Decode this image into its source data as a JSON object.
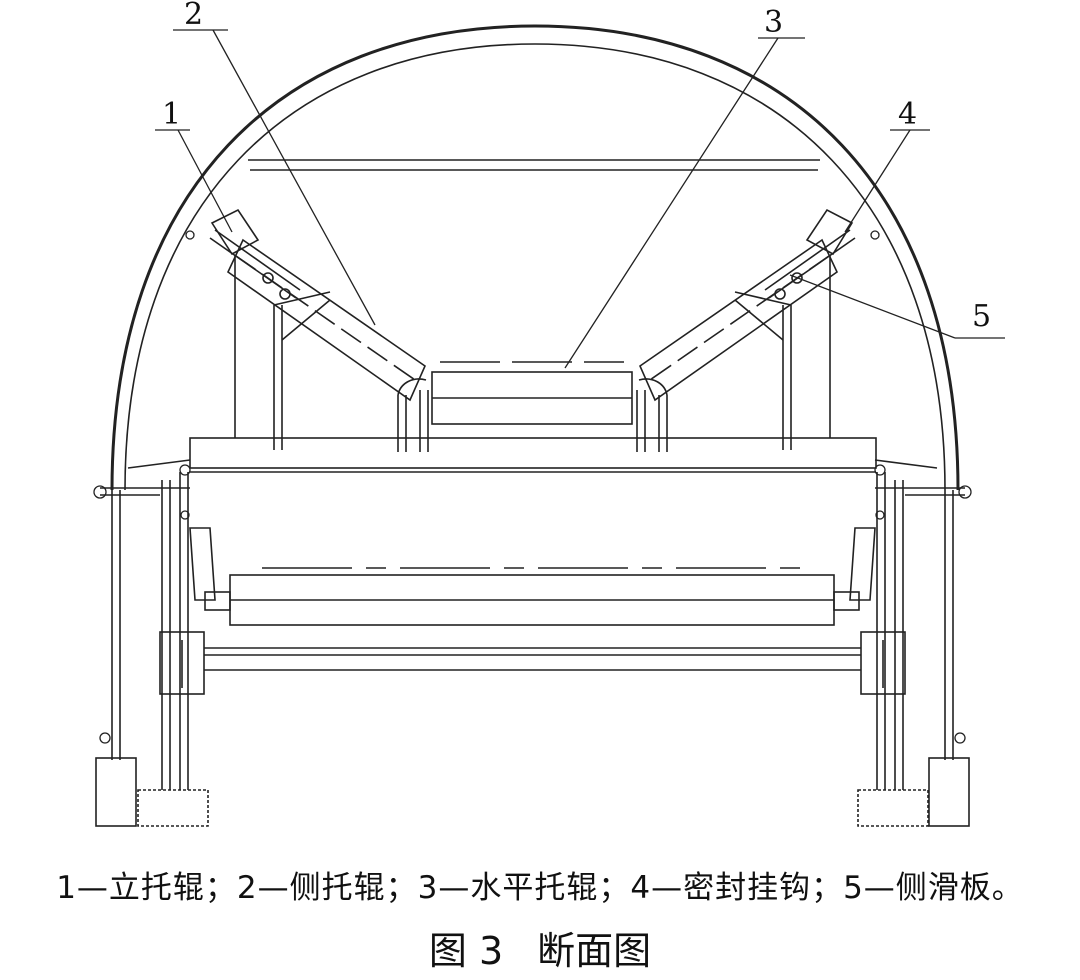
{
  "callouts": [
    "1",
    "2",
    "3",
    "4",
    "5"
  ],
  "legend": "1—立托辊；2—侧托辊；3—水平托辊；4—密封挂钩；5—侧滑板。",
  "caption": {
    "figure_no": "图 3",
    "title": "断面图"
  }
}
